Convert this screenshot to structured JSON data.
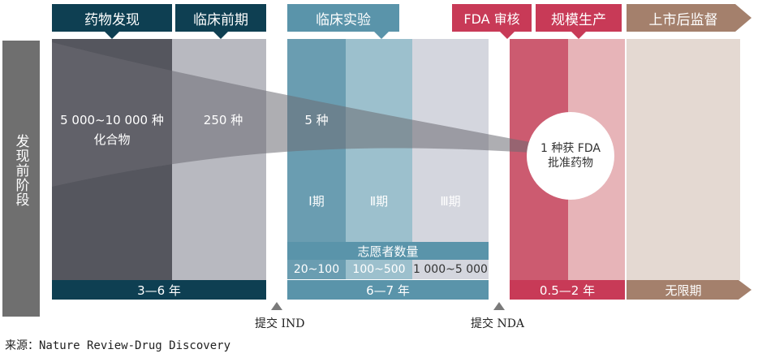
{
  "pre_discovery_label": "发现前阶段",
  "stages": [
    {
      "label": "药物发现",
      "compounds": "5 000~10 000 种\n化合物"
    },
    {
      "label": "临床前期",
      "compounds": "250 种"
    },
    {
      "label": "临床实验",
      "compounds": "5 种"
    },
    {
      "label": "FDA 审核",
      "compounds": ""
    },
    {
      "label": "规模生产",
      "compounds": ""
    },
    {
      "label": "上市后监督",
      "compounds": ""
    }
  ],
  "phases": [
    "Ⅰ期",
    "Ⅱ期",
    "Ⅲ期"
  ],
  "volunteers": {
    "title": "志愿者数量",
    "counts": [
      "20~100",
      "100~500",
      "1 000~5 000"
    ]
  },
  "approved": "1 种获 FDA\n批准药物",
  "durations": [
    "3—6 年",
    "6—7 年",
    "0.5—2 年",
    "无限期"
  ],
  "milestones": [
    "提交 IND",
    "提交 NDA"
  ],
  "source": "来源：Nature Review-Drug Discovery",
  "colors": {
    "discovery": "#0e3f52",
    "clinical": "#5a94aa",
    "fda": "#cc4a64",
    "postmarket": "#a4806c",
    "gray": "#6e6e6e"
  }
}
